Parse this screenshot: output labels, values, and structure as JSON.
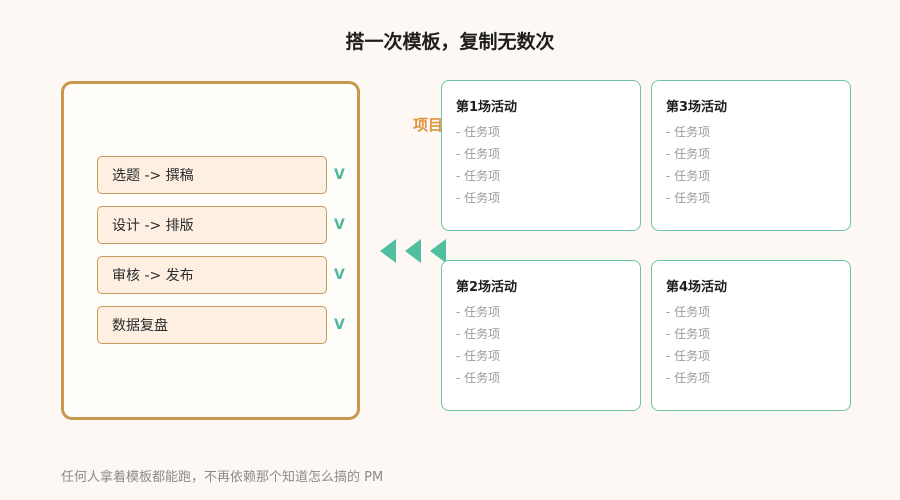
{
  "page_title": "搭一次模板，复制无数次",
  "template": {
    "steps": [
      {
        "label": "选题 -> 撰稿",
        "check": "V"
      },
      {
        "label": "设计 -> 排版",
        "check": "V"
      },
      {
        "label": "审核 -> 发布",
        "check": "V"
      },
      {
        "label": "数据复盘",
        "check": "V"
      }
    ]
  },
  "partial_label": "项目",
  "events": [
    {
      "title": "第1场活动",
      "tasks": [
        "- 任务项",
        "- 任务项",
        "- 任务项",
        "- 任务项"
      ]
    },
    {
      "title": "第3场活动",
      "tasks": [
        "- 任务项",
        "- 任务项",
        "- 任务项",
        "- 任务项"
      ]
    },
    {
      "title": "第2场活动",
      "tasks": [
        "- 任务项",
        "- 任务项",
        "- 任务项",
        "- 任务项"
      ]
    },
    {
      "title": "第4场活动",
      "tasks": [
        "- 任务项",
        "- 任务项",
        "- 任务项",
        "- 任务项"
      ]
    }
  ],
  "footer": "任何人拿着模板都能跑，不再依赖那个知道怎么搞的 PM",
  "colors": {
    "background": "#fdf8f3",
    "panel_border": "#c9984f",
    "step_fill": "#fdf0e2",
    "accent_green": "#4fbfa0",
    "label_orange": "#e0943f"
  }
}
